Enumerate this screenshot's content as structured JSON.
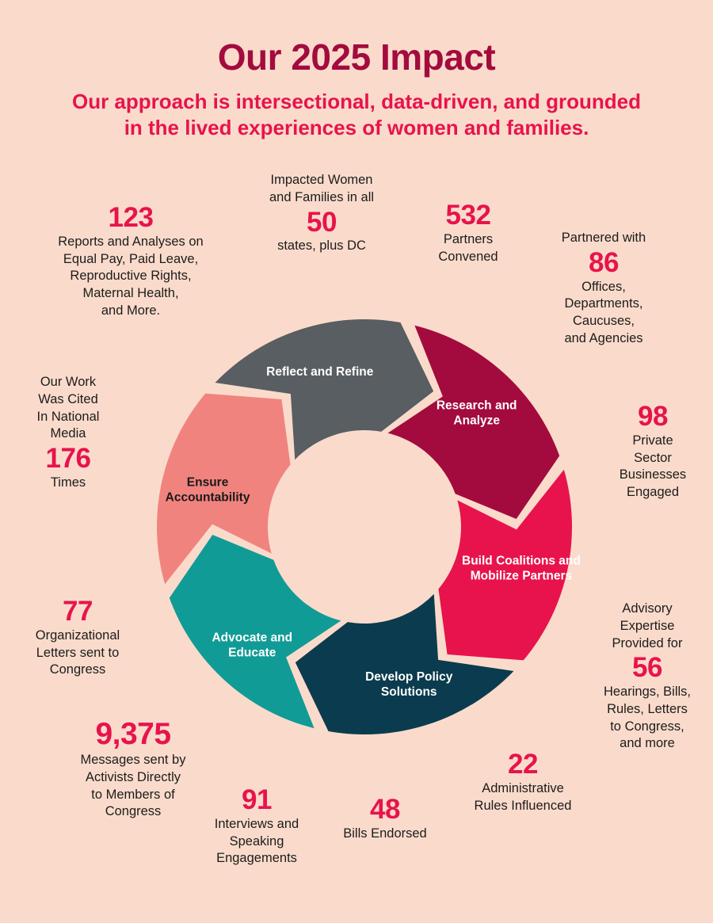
{
  "header": {
    "title": "Our 2025 Impact",
    "subtitle_line1": "Our approach is intersectional, data-driven, and grounded",
    "subtitle_line2": "in the lived experiences of women and families."
  },
  "colors": {
    "background": "#FADBCB",
    "title": "#A30B3E",
    "subtitle": "#E8134C",
    "number": "#E8134C",
    "body_text": "#1C1C1C",
    "research_and_analyze": "#A30B3E",
    "build_coalitions": "#E8134C",
    "develop_policy": "#0B3B4E",
    "advocate_and_educate": "#119B96",
    "ensure_accountability": "#F1837E",
    "reflect_and_refine": "#585E62",
    "center_circle": "#FADBCB"
  },
  "chart_data": {
    "type": "pie",
    "title": "Our 2025 Impact",
    "subtitle": "Our approach is intersectional, data-driven, and grounded in the lived experiences of women and families.",
    "legend_position": "none",
    "note": "Six-step cyclical process wheel, chevron segments pointing clockwise around a hollow center.",
    "categories": [
      "Research and Analyze",
      "Build Coalitions and Mobilize Partners",
      "Develop Policy Solutions",
      "Advocate and Educate",
      "Ensure Accountability",
      "Reflect and Refine"
    ],
    "values": [
      1,
      1,
      1,
      1,
      1,
      1
    ],
    "segments": [
      {
        "id": "research",
        "label_line1": "Research and",
        "label_line2": "Analyze",
        "color": "#A30B3E",
        "text_color": "#FFFFFF",
        "start_angle": -78,
        "end_angle": -18
      },
      {
        "id": "coalitions",
        "label_line1": "Build Coalitions and",
        "label_line2": "Mobilize Partners",
        "color": "#E8134C",
        "text_color": "#FFFFFF",
        "start_angle": -18,
        "end_angle": 42
      },
      {
        "id": "policy",
        "label_line1": "Develop Policy",
        "label_line2": "Solutions",
        "color": "#0B3B4E",
        "text_color": "#FFFFFF",
        "start_angle": 42,
        "end_angle": 102
      },
      {
        "id": "advocate",
        "label_line1": "Advocate and",
        "label_line2": "Educate",
        "color": "#119B96",
        "text_color": "#FFFFFF",
        "start_angle": 102,
        "end_angle": 162
      },
      {
        "id": "accountability",
        "label_line1": "Ensure",
        "label_line2": "Accountability",
        "color": "#F1837E",
        "text_color": "#1A1A1A",
        "start_angle": 162,
        "end_angle": 222
      },
      {
        "id": "reflect",
        "label_line1": "Reflect and Refine",
        "label_line2": "",
        "color": "#585E62",
        "text_color": "#FFFFFF",
        "start_angle": 222,
        "end_angle": 282
      }
    ]
  },
  "stats": {
    "reports": {
      "number": "123",
      "after_line1": "Reports and Analyses on",
      "after_line2": "Equal Pay, Paid Leave,",
      "after_line3": "Reproductive Rights,",
      "after_line4": "Maternal Health,",
      "after_line5": "and More."
    },
    "states": {
      "before_line1": "Impacted Women",
      "before_line2": "and Families in all",
      "number": "50",
      "after_line1": "states, plus DC"
    },
    "partners": {
      "number": "532",
      "after_line1": "Partners",
      "after_line2": "Convened"
    },
    "offices": {
      "before_line1": "Partnered with",
      "number": "86",
      "after_line1": "Offices,",
      "after_line2": "Departments,",
      "after_line3": "Caucuses,",
      "after_line4": "and Agencies"
    },
    "private_sector": {
      "number": "98",
      "after_line1": "Private",
      "after_line2": "Sector",
      "after_line3": "Businesses",
      "after_line4": "Engaged"
    },
    "advisory": {
      "before_line1": "Advisory",
      "before_line2": "Expertise",
      "before_line3": "Provided for",
      "number": "56",
      "after_line1": "Hearings, Bills,",
      "after_line2": "Rules, Letters",
      "after_line3": "to Congress,",
      "after_line4": "and more"
    },
    "admin_rules": {
      "number": "22",
      "after_line1": "Administrative",
      "after_line2": "Rules Influenced"
    },
    "bills": {
      "number": "48",
      "after_line1": "Bills Endorsed"
    },
    "interviews": {
      "number": "91",
      "after_line1": "Interviews and",
      "after_line2": "Speaking",
      "after_line3": "Engagements"
    },
    "messages": {
      "number": "9,375",
      "after_line1": "Messages sent by",
      "after_line2": "Activists Directly",
      "after_line3": "to Members of",
      "after_line4": "Congress"
    },
    "letters": {
      "number": "77",
      "after_line1": "Organizational",
      "after_line2": "Letters sent to",
      "after_line3": "Congress"
    },
    "media": {
      "before_line1": "Our Work",
      "before_line2": "Was Cited",
      "before_line3": "In National",
      "before_line4": "Media",
      "number": "176",
      "after_line1": "Times"
    }
  }
}
